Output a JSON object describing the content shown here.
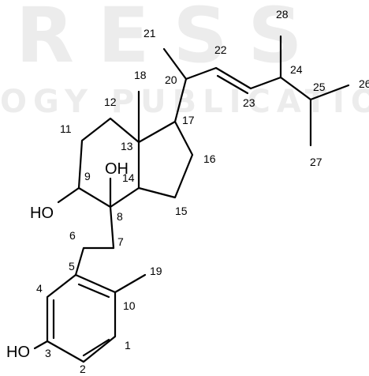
{
  "watermark": {
    "line1": "RESS",
    "line2": "OGY PUBLICATIONS"
  },
  "atom_numbers": {
    "n1": "1",
    "n2": "2",
    "n3": "3",
    "n4": "4",
    "n5": "5",
    "n6": "6",
    "n7": "7",
    "n8": "8",
    "n9": "9",
    "n10": "10",
    "n11": "11",
    "n12": "12",
    "n13": "13",
    "n14": "14",
    "n15": "15",
    "n16": "16",
    "n17": "17",
    "n18": "18",
    "n19": "19",
    "n20": "20",
    "n21": "21",
    "n22": "22",
    "n23": "23",
    "n24": "24",
    "n25": "25",
    "n26": "26",
    "n27": "27",
    "n28": "28"
  },
  "groups": {
    "oh_c9": "HO",
    "oh_c8": "OH",
    "oh_c3": "HO"
  },
  "colors": {
    "bond": "#000000",
    "watermark": "#ececec"
  }
}
